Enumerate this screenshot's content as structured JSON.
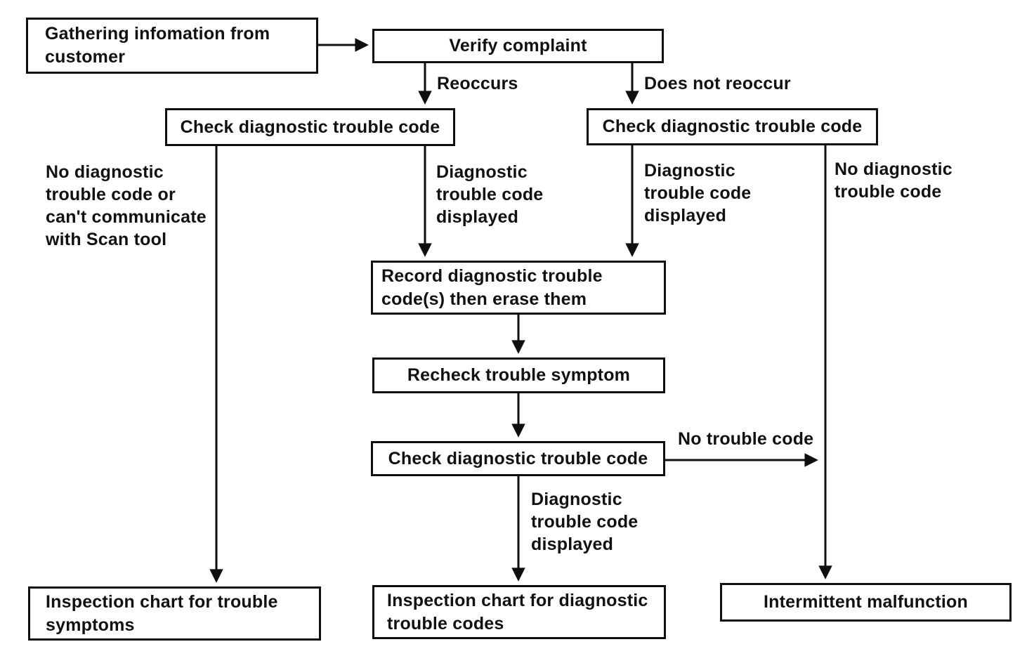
{
  "diagram": {
    "type": "flowchart",
    "colors": {
      "background": "#ffffff",
      "line": "#0f0f0f",
      "box_border": "#0f0f0f",
      "text": "#111111"
    },
    "nodes": {
      "gathering": {
        "label": "Gathering infomation from customer"
      },
      "verify": {
        "label": "Verify complaint"
      },
      "check_left": {
        "label": "Check diagnostic trouble code"
      },
      "check_right": {
        "label": "Check diagnostic trouble code"
      },
      "record": {
        "label": "Record diagnostic trouble code(s) then erase them"
      },
      "recheck": {
        "label": "Recheck trouble symptom"
      },
      "check_mid": {
        "label": "Check diagnostic trouble code"
      },
      "inspection_symptoms": {
        "label": "Inspection chart for trouble symptoms"
      },
      "inspection_codes": {
        "label": "Inspection chart for diagnostic trouble codes"
      },
      "intermittent": {
        "label": "Intermittent malfunction"
      }
    },
    "edges": [
      {
        "from": "gathering",
        "to": "verify",
        "label": ""
      },
      {
        "from": "verify",
        "to": "check_left",
        "label": "Reoccurs"
      },
      {
        "from": "verify",
        "to": "check_right",
        "label": "Does not reoccur"
      },
      {
        "from": "check_left",
        "to": "inspection_symptoms",
        "label": "No diagnostic trouble code or can't communicate with Scan tool"
      },
      {
        "from": "check_left",
        "to": "record",
        "label": "Diagnostic trouble code displayed"
      },
      {
        "from": "check_right",
        "to": "record",
        "label": "Diagnostic trouble code displayed"
      },
      {
        "from": "check_right",
        "to": "intermittent",
        "label": "No diagnostic trouble code"
      },
      {
        "from": "record",
        "to": "recheck",
        "label": ""
      },
      {
        "from": "recheck",
        "to": "check_mid",
        "label": ""
      },
      {
        "from": "check_mid",
        "to": "intermittent",
        "label": "No trouble code"
      },
      {
        "from": "check_mid",
        "to": "inspection_codes",
        "label": "Diagnostic trouble code displayed"
      }
    ]
  }
}
